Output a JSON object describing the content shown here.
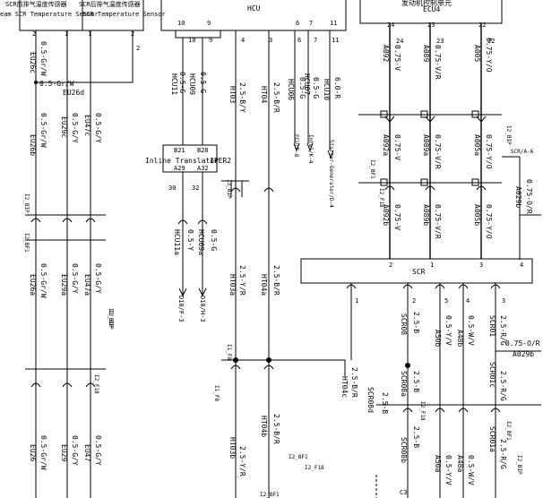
{
  "components": {
    "scr_front_sensor": "SCR前排气温度传感器",
    "scr_rear_sensor": "SCR后排气温度传感器",
    "upstream_sensor": "eam SCR Temperature Sensor",
    "downstream_sensor": "SCR Temperature Sensor",
    "hcu": "HCU",
    "ecu4_cn": "发动机控制单元",
    "ecu4": "ECU4",
    "inline": "Inline Translator",
    "iper2": "IPER2",
    "scr": "SCR"
  },
  "wires": {
    "eu26c_spec": "0.5-Gr/W",
    "eu26c": "EU26c",
    "eu26d_spec": "0.5-Gr/W",
    "eu26d": "EU26d",
    "eu29c_spec": "0.5-G/Y",
    "eu29c": "EU29c",
    "eu47c_spec": "0.5-G/Y",
    "eu47c": "EU47c",
    "eu26b_spec": "0.5-Gr/W",
    "eu26b": "EU26b",
    "eu26a_spec": "0.5-Gr/W",
    "eu26a": "EU26a",
    "eu29a_spec": "0.5-G/Y",
    "eu29a": "EU29a",
    "eu47a_spec": "0.5-G/Y",
    "eu47a": "EU47a",
    "eu26_spec": "0.5-Gr/W",
    "eu26": "EU26",
    "eu29_spec": "0.5-G/Y",
    "eu29": "EU29",
    "eu47_spec": "0.5-G/Y",
    "eu47": "EU47",
    "hcu11_spec": "0.5-G",
    "hcu11": "HCU11",
    "hcu09_spec": "0.5-G",
    "hcu09": "HCU09",
    "ht03_spec": "2.5-B/Y",
    "ht03": "HT03",
    "ht04_spec": "2.5-B/R",
    "ht04": "HT04",
    "hcu06_spec": "0.5-G",
    "hcu06": "HCU06",
    "hcu07_spec": "0.5-G",
    "hcu07": "HCU07",
    "hcu10_spec": "6.0-R",
    "hcu10": "HCU10",
    "hcu11a_spec": "0.5-Y",
    "hcu11a": "HCU11a",
    "hcu09a_spec": "0.5-G",
    "hcu09a": "HCU09a",
    "ht03a_spec": "2.5-Y/R",
    "ht03a": "HT03a",
    "ht04a_spec": "2.5-B/R",
    "ht04a": "HT04a",
    "ht03b_spec": "2.5-Y/R",
    "ht03b": "HT03b",
    "ht04b_spec": "2.5-B/R",
    "ht04b": "HT04b",
    "ht04c_spec": "2.5-B/R",
    "ht04c": "HT04c",
    "a092_spec": "0.75-V",
    "a092": "A092",
    "a089_spec": "0.75-V/R",
    "a089": "A089",
    "a005_spec": "0.75-Y/O",
    "a005": "A005",
    "a092a_spec": "0.75-V",
    "a092a": "A092a",
    "a089a_spec": "0.75-V/R",
    "a089a": "A089a",
    "a005a_spec": "0.75-Y/O",
    "a005a": "A005a",
    "a092b_spec": "0.75-V",
    "a092b": "A092b",
    "a089b_spec": "0.75-V/R",
    "a089b": "A089b",
    "a005b_spec": "0.75-Y/O",
    "a005b": "A005b",
    "a029b_spec": "0.75-O/R",
    "a029b": "A029b",
    "a029b2_spec": "0.75-O/R",
    "a029b2": "A029b",
    "scr08_spec": "2.5-B",
    "scr08": "SCR08",
    "scr08a_spec": "2.5-B",
    "scr08a": "SCR08a",
    "scr08d_spec": "2.5-B",
    "scr08d": "SCR08d",
    "scr08b_spec": "2.5-B",
    "scr08b": "SCR08b",
    "a50b_spec": "0.5-Y/V",
    "a50b": "A50b",
    "a48b_spec": "0.5-W/V",
    "a48b": "A48b",
    "a50a_spec": "0.5-Y/V",
    "a50a": "A50a",
    "a48a_spec": "0.5-W/V",
    "a48a": "A48a",
    "scr01_spec": "2.5-R/G",
    "scr01": "SCR01",
    "scr01c_spec": "2.5-R/G",
    "scr01c": "SCR01c",
    "scr01a_spec": "2.5-R/G",
    "scr01a": "SCR01a"
  },
  "refs": {
    "ecu_f8": "ECU/F-8",
    "intel_k4": "Intel/K-4",
    "starter_d4": "Starter-Generator/D-4",
    "scr_a6": "SCR/A-6",
    "d10_f3": "D10/F-3",
    "d10_h3": "D10/H-3",
    "i2_bip": "I2_BIP",
    "i2_bf1": "I2_BF1",
    "i2_f18": "I2_F18",
    "i1_f8": "I1_F8",
    "i3_bip": "I3_BIP"
  },
  "pins": {
    "sf1": "2",
    "sf2": "1",
    "sr1": "1",
    "sr2": "2",
    "sf1b": "1",
    "sr2b": "2",
    "h10": "10",
    "h9": "9",
    "h4": "4",
    "h3": "3",
    "h6": "6",
    "h7": "7",
    "h11": "11",
    "h10b": "10",
    "h9b": "9",
    "h4b": "4",
    "h3b": "3",
    "h6b": "6",
    "h7b": "7",
    "h11b": "11",
    "e24": "24",
    "e23": "23",
    "e22": "22",
    "e24b": "24",
    "e23b": "23",
    "e22b": "22",
    "b21": "B21",
    "b20": "B20",
    "a29": "A29",
    "a32": "A32",
    "i30": "30",
    "i32": "32",
    "p2": "2",
    "p1": "1",
    "p3": "3",
    "p4": "4",
    "q1": "1",
    "q2": "2",
    "q5": "5",
    "q4": "4",
    "q3": "3",
    "m1": "1",
    "m2": "2",
    "m5": "5",
    "m4": "4",
    "m3": "3",
    "c3": "C3"
  }
}
